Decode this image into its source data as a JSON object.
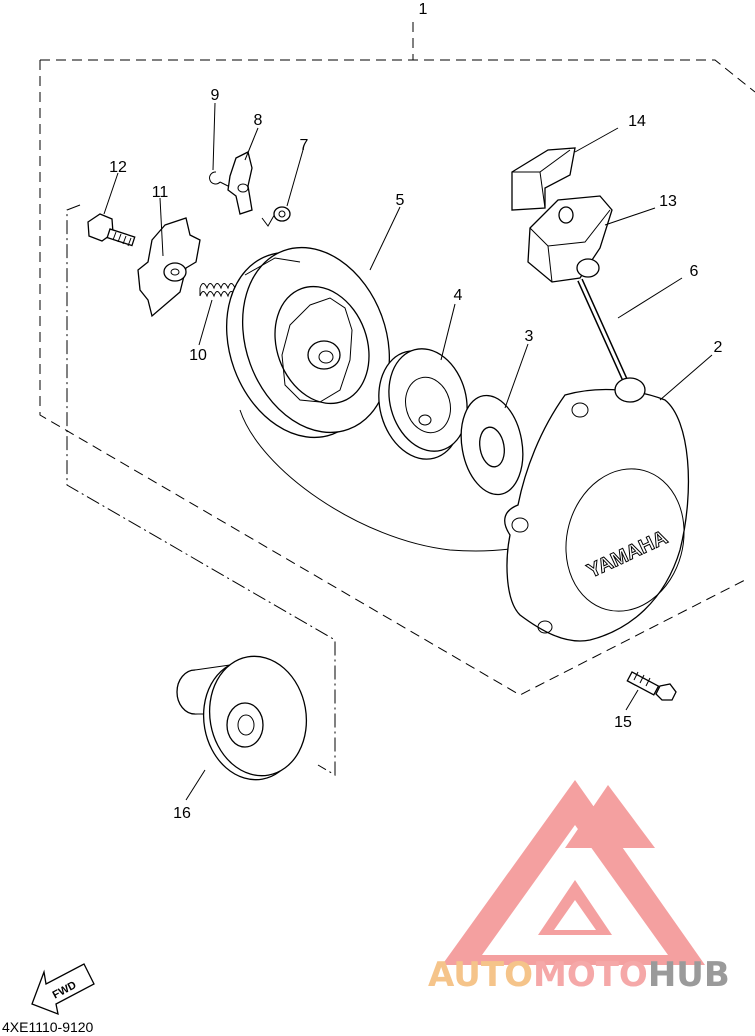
{
  "diagram": {
    "drawing_code": "4XE1110-9120",
    "fwd_label": "FWD",
    "brand_on_cover": "YAMAHA",
    "parts": [
      {
        "id": "1"
      },
      {
        "id": "2"
      },
      {
        "id": "3"
      },
      {
        "id": "4"
      },
      {
        "id": "5"
      },
      {
        "id": "6"
      },
      {
        "id": "7"
      },
      {
        "id": "8"
      },
      {
        "id": "9"
      },
      {
        "id": "10"
      },
      {
        "id": "11"
      },
      {
        "id": "12"
      },
      {
        "id": "13"
      },
      {
        "id": "14"
      },
      {
        "id": "15"
      },
      {
        "id": "16"
      }
    ]
  },
  "watermark": {
    "part1": "AUTO",
    "part2": "MOTO",
    "part3": "HUB",
    "colors": {
      "auto": "#f5c48a",
      "moto": "#f5a8a8",
      "hub": "#9a9a9a",
      "logo": "#f4a0a0"
    }
  }
}
